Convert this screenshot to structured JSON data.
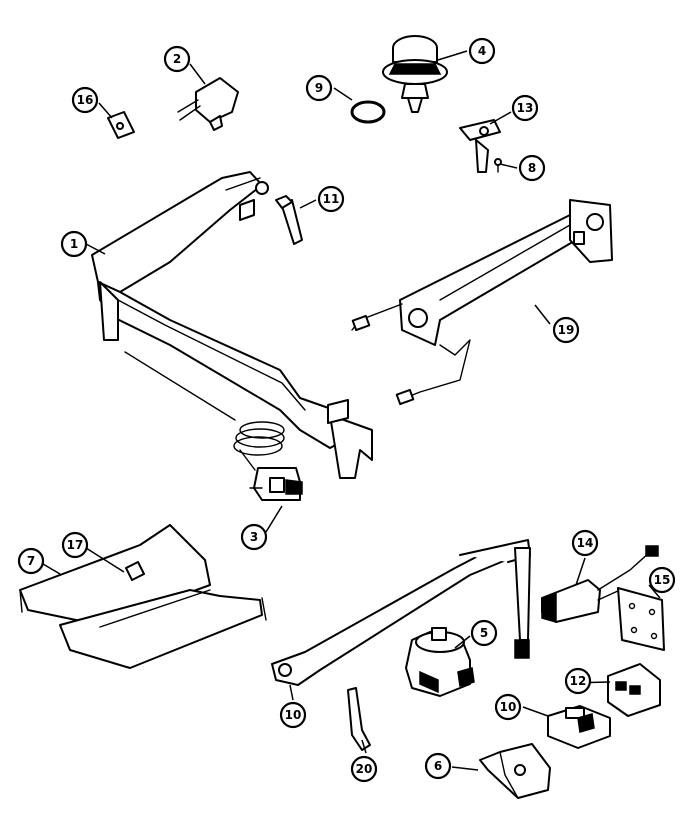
{
  "callouts": [
    {
      "id": "1",
      "label": "1"
    },
    {
      "id": "2",
      "label": "2"
    },
    {
      "id": "3",
      "label": "3"
    },
    {
      "id": "4",
      "label": "4"
    },
    {
      "id": "5",
      "label": "5"
    },
    {
      "id": "6",
      "label": "6"
    },
    {
      "id": "7",
      "label": "7"
    },
    {
      "id": "8",
      "label": "8"
    },
    {
      "id": "9",
      "label": "9"
    },
    {
      "id": "10a",
      "label": "10"
    },
    {
      "id": "10b",
      "label": "10"
    },
    {
      "id": "11",
      "label": "11"
    },
    {
      "id": "12",
      "label": "12"
    },
    {
      "id": "13",
      "label": "13"
    },
    {
      "id": "14",
      "label": "14"
    },
    {
      "id": "15",
      "label": "15"
    },
    {
      "id": "16",
      "label": "16"
    },
    {
      "id": "17",
      "label": "17"
    },
    {
      "id": "19",
      "label": "19"
    },
    {
      "id": "20",
      "label": "20"
    }
  ]
}
